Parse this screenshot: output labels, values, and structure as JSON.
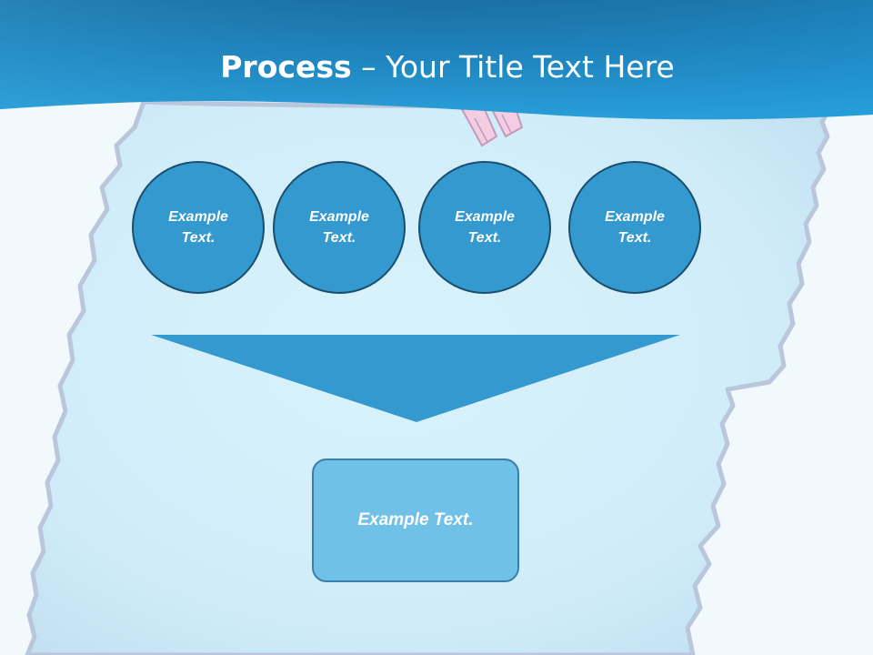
{
  "title": {
    "bold": "Process",
    "rest": " – Your Title Text Here"
  },
  "steps": [
    {
      "label": "Example Text."
    },
    {
      "label": "Example Text."
    },
    {
      "label": "Example Text."
    },
    {
      "label": "Example Text."
    }
  ],
  "result": {
    "label": "Example Text."
  },
  "colors": {
    "header": "#1e8ac4",
    "circle_fill": "#3399cf",
    "circle_border": "#1b4e6c",
    "funnel": "#3399cf",
    "result_fill": "#6fc1e8",
    "result_border": "#3a7fa8",
    "scroll_fill": "#d3eefa",
    "scroll_edge": "#b9c6dc"
  }
}
